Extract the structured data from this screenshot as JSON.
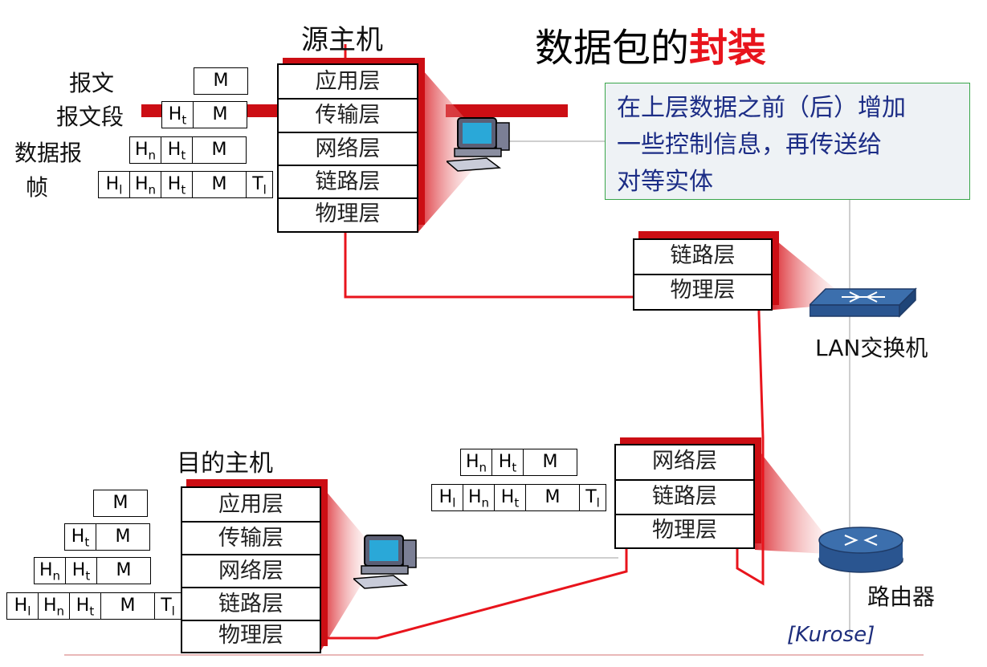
{
  "title": {
    "main": "数据包的",
    "highlight": "封装"
  },
  "source_host": {
    "title": "源主机",
    "layers": [
      "应用层",
      "传输层",
      "网络层",
      "链路层",
      "物理层"
    ]
  },
  "dest_host": {
    "title": "目的主机",
    "layers": [
      "应用层",
      "传输层",
      "网络层",
      "链路层",
      "物理层"
    ]
  },
  "switch": {
    "label": "LAN交换机",
    "layers": [
      "链路层",
      "物理层"
    ]
  },
  "router": {
    "label": "路由器",
    "layers": [
      "网络层",
      "链路层",
      "物理层"
    ]
  },
  "pdu_labels": {
    "message": "报文",
    "segment": "报文段",
    "datagram_line1": "数据报",
    "datagram_line2": "帧"
  },
  "headers": {
    "M": "M",
    "Ht": "H",
    "Ht_sub": "t",
    "Hn": "H",
    "Hn_sub": "n",
    "Hl": "H",
    "Hl_sub": "l",
    "Tl": "T",
    "Tl_sub": "l"
  },
  "note": {
    "line1": "在上层数据之前（后）增加",
    "line2": "一些控制信息，再传送给",
    "line3": "对等实体"
  },
  "credit": "[Kurose]",
  "colors": {
    "accent": "#e8141c",
    "shadow": "#cc0e14",
    "note_text": "#1c2d86",
    "note_border": "#3aa64a"
  }
}
